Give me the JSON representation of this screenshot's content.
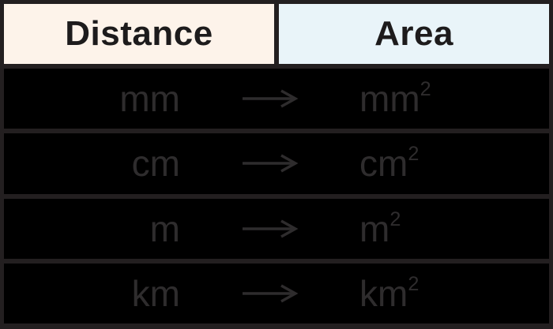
{
  "table": {
    "headers": [
      {
        "label": "Distance"
      },
      {
        "label": "Area"
      }
    ],
    "rows": [
      {
        "distance": "mm",
        "area_base": "mm",
        "area_exponent": "2"
      },
      {
        "distance": "cm",
        "area_base": "cm",
        "area_exponent": "2"
      },
      {
        "distance": "m",
        "area_base": "m",
        "area_exponent": "2"
      },
      {
        "distance": "km",
        "area_base": "km",
        "area_exponent": "2"
      }
    ]
  },
  "icons": {
    "row_arrow": "long-right-arrow"
  },
  "colors": {
    "frame": "#231f20",
    "header_distance_bg": "#fdf3ea",
    "header_area_bg": "#e9f4f9",
    "header_text": "#1d1b1c",
    "row_bg": "#000000",
    "row_text": "#2e2c2d"
  }
}
